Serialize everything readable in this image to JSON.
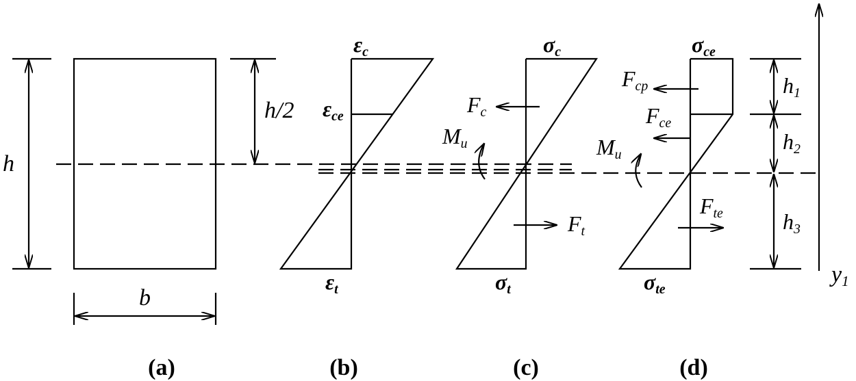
{
  "symbols": {
    "h": "h",
    "b": "b",
    "half_h_num": "h",
    "half_h_den": "/2",
    "eps_c": "ε",
    "eps_c_sub": "c",
    "eps_ce": "ε",
    "eps_ce_sub": "ce",
    "eps_t": "ε",
    "eps_t_sub": "t",
    "sigma_c": "σ",
    "sigma_c_sub": "c",
    "sigma_t": "σ",
    "sigma_t_sub": "t",
    "sigma_ce": "σ",
    "sigma_ce_sub": "ce",
    "sigma_te": "σ",
    "sigma_te_sub": "te",
    "F_c": "F",
    "F_c_sub": "c",
    "F_t": "F",
    "F_t_sub": "t",
    "F_cp": "F",
    "F_cp_sub": "cp",
    "F_ce": "F",
    "F_ce_sub": "ce",
    "F_te": "F",
    "F_te_sub": "te",
    "M_u": "M",
    "M_u_sub": "u",
    "h1": "h",
    "h1_sub": "1",
    "h2": "h",
    "h2_sub": "2",
    "h3": "h",
    "h3_sub": "3",
    "y1": "y",
    "y1_sub": "1"
  },
  "captions": {
    "a": "(a)",
    "b": "(b)",
    "c": "(c)",
    "d": "(d)"
  }
}
